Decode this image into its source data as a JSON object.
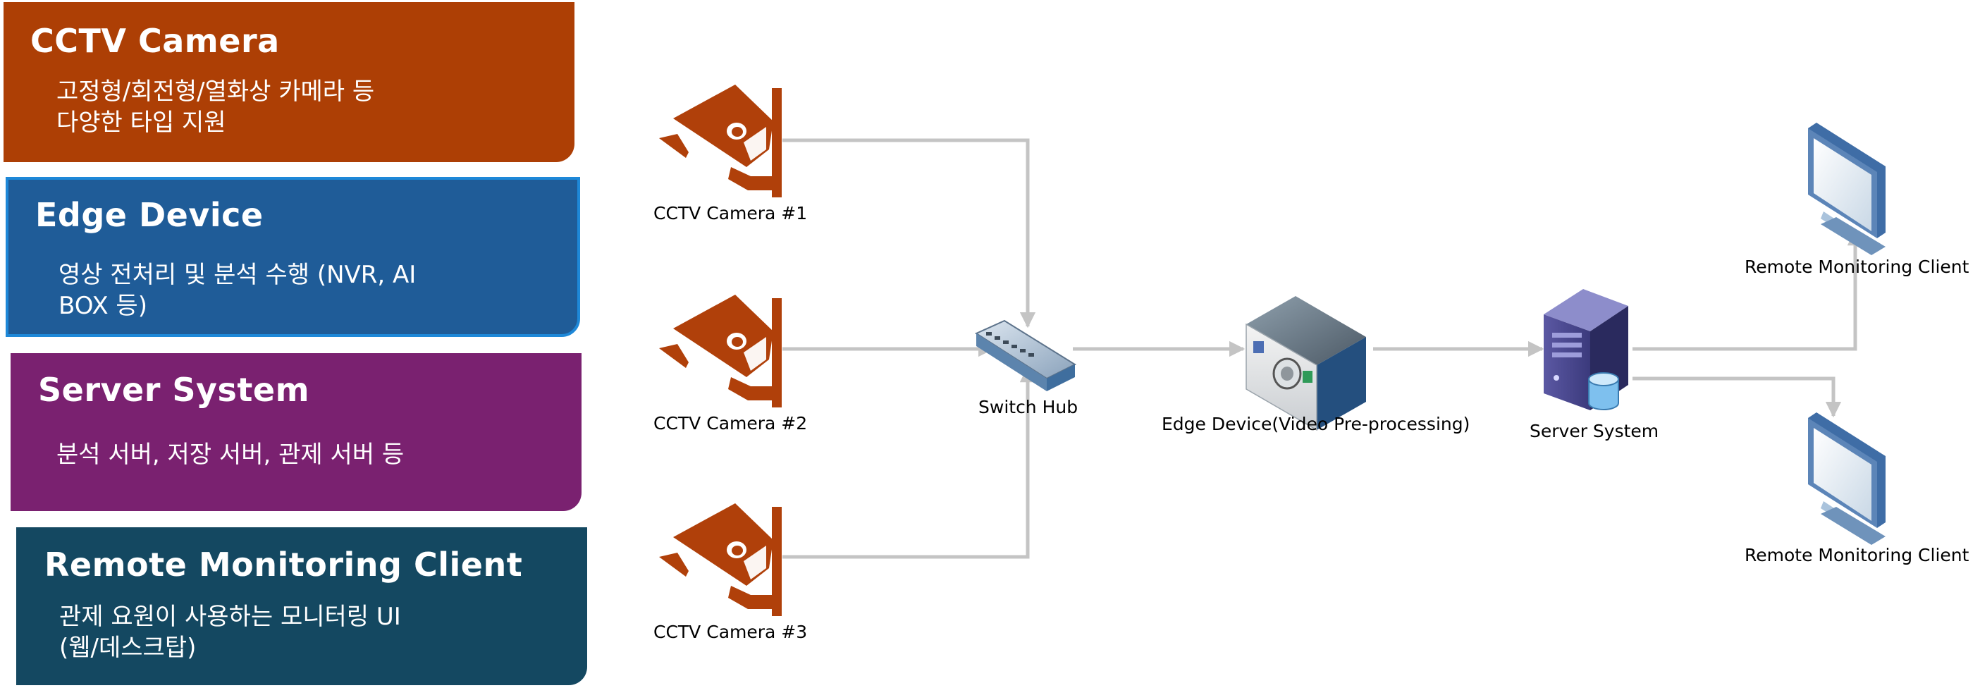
{
  "legend": [
    {
      "title": "CCTV Camera",
      "desc_lines": [
        "고정형/회전형/열화상 카메라 등",
        "다양한 타입 지원"
      ]
    },
    {
      "title": "Edge Device",
      "desc_lines": [
        "영상 전처리 및 분석 수행 (NVR, AI",
        "BOX 등)"
      ]
    },
    {
      "title": "Server System",
      "desc_lines": [
        "분석 서버, 저장 서버, 관제 서버 등"
      ]
    },
    {
      "title": "Remote Monitoring Client",
      "desc_lines": [
        "관제 요원이 사용하는 모니터링 UI",
        "(웹/데스크탑)"
      ]
    }
  ],
  "nodes": {
    "camera_1": "CCTV Camera #1",
    "camera_2": "CCTV Camera #2",
    "camera_3": "CCTV Camera #3",
    "switch_hub": "Switch Hub",
    "edge_device": "Edge Device(Video Pre-processing)",
    "server_system": "Server System",
    "remote_client_1": "Remote Monitoring Client",
    "remote_client_2": "Remote Monitoring Client"
  },
  "icons": {
    "camera": "cctv-camera-icon",
    "switch": "network-switch-icon",
    "edge": "edge-device-icon",
    "server": "server-tower-icon",
    "monitor": "monitor-icon"
  },
  "colors": {
    "cctv": "#ad3f05",
    "edge": "#1f5c98",
    "edge_border": "#1e88d8",
    "server": "#7a2170",
    "remote": "#144861",
    "connector": "#c4c4c4",
    "camera_icon": "#b0400a"
  }
}
